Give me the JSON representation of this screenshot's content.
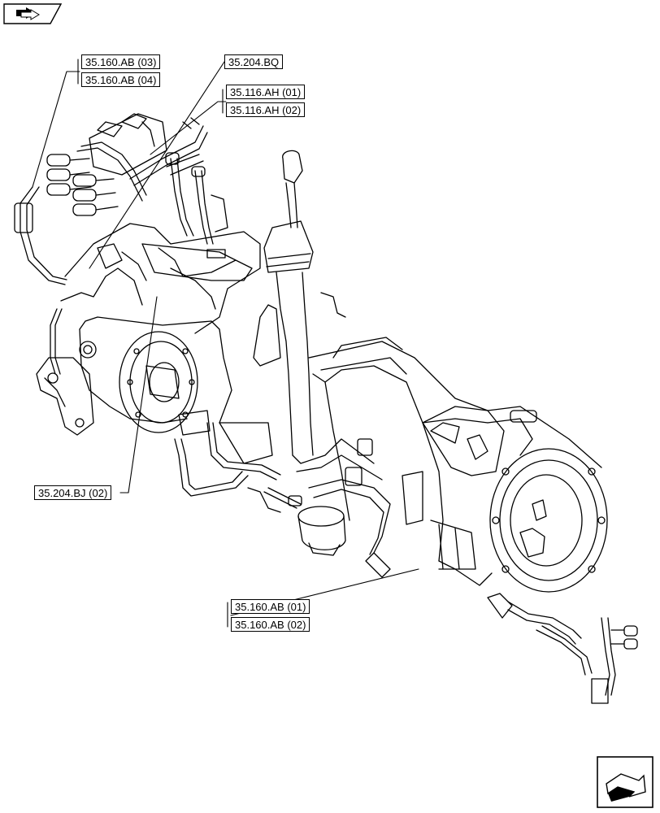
{
  "callouts": {
    "c1": "35.160.AB (03)",
    "c2": "35.160.AB (04)",
    "c3": "35.204.BQ",
    "c4": "35.116.AH (01)",
    "c5": "35.116.AH (02)",
    "c6": "35.204.BJ (02)",
    "c7": "35.160.AB (01)",
    "c8": "35.160.AB (02)"
  },
  "icons": {
    "top_left": "arrow-navigation-icon",
    "bottom_right": "next-page-arrow-icon"
  }
}
